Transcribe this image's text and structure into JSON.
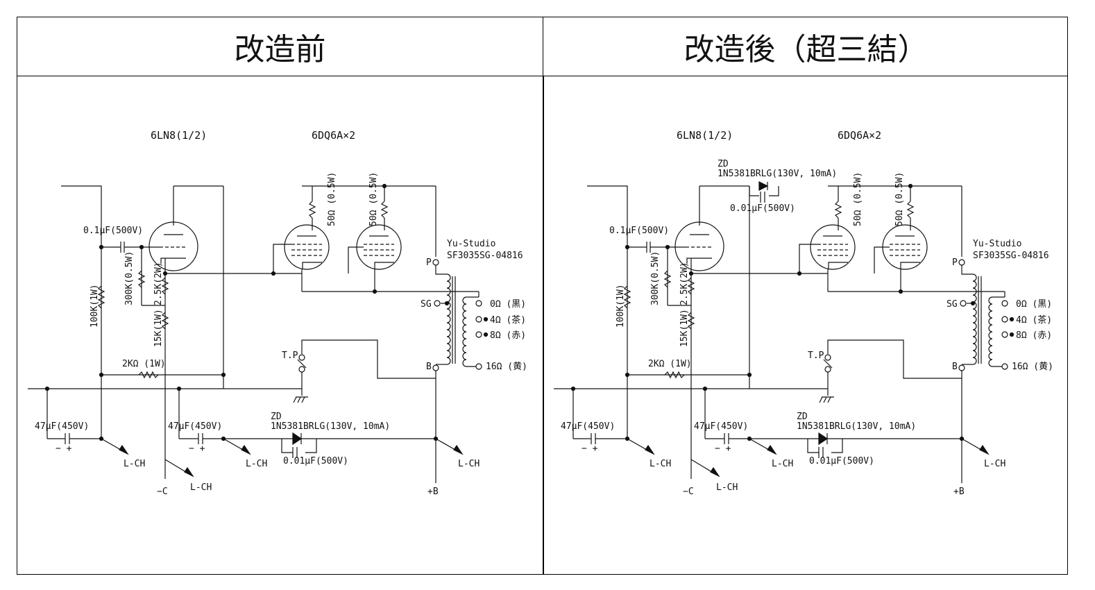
{
  "titles": {
    "before": "改造前",
    "after": "改造後（超三結）"
  },
  "parts": {
    "tube_driver": "6LN8(1/2)",
    "tube_output": "6DQ6A×2",
    "cap_coupling": "0.1μF(500V)",
    "r_grid_leak": "100K(1W)",
    "r_300k": "300K(0.5W)",
    "r_2_5k": "2.5K(2W)",
    "r_15k": "15K(1W)",
    "r_2k": "2KΩ (1W)",
    "r_50_a": "50Ω (0.5W)",
    "r_50_b": "50Ω (0.5W)",
    "xfmr_brand": "Yu-Studio",
    "xfmr_model": "SF3035SG-04816",
    "pin_p": "P",
    "pin_sg": "SG",
    "pin_b": "B",
    "tap_0": "0Ω (黒)",
    "tap_4": "4Ω (茶)",
    "tap_8": "8Ω (赤)",
    "tap_16": "16Ω (黄)",
    "tp": "T.P",
    "cap_47_a": "47μF(450V)",
    "cap_47_b": "47μF(450V)",
    "zd_label": "ZD",
    "zd_part": "1N5381BRLG(130V, 10mA)",
    "cap_001": "0.01μF(500V)",
    "lch": "L-CH",
    "minus_c": "−C",
    "plus_b": "+B",
    "polarity": "− +"
  },
  "colors": {
    "ink": "#111111",
    "frame": "#000000",
    "background": "#ffffff"
  }
}
